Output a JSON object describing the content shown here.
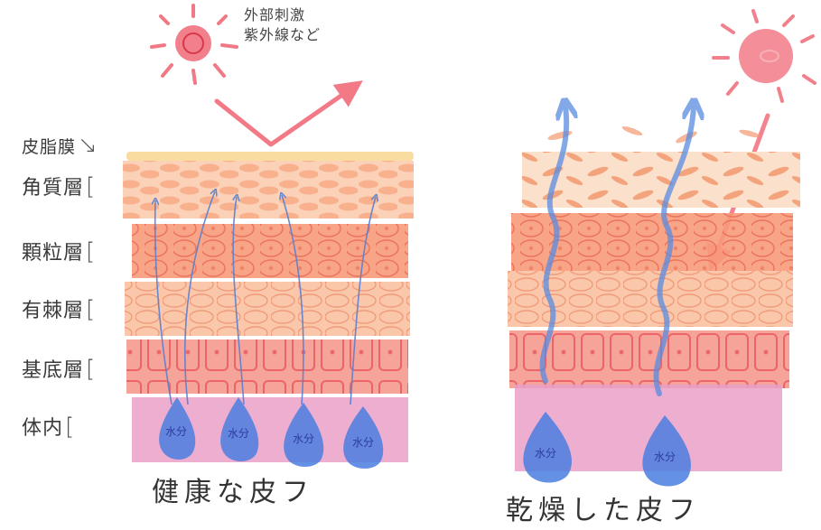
{
  "external_stimulus": {
    "line1": "外部刺激",
    "line2": "紫外線など"
  },
  "layers": {
    "sebum": "皮脂膜",
    "stratum_corneum": "角質層",
    "stratum_granulosum": "顆粒層",
    "stratum_spinosum": "有棘層",
    "stratum_basale": "基底層",
    "body_interior": "体内"
  },
  "water_drop_label": "水分",
  "captions": {
    "healthy": "健康な皮フ",
    "dry": "乾燥した皮フ"
  },
  "colors": {
    "sebum": "#f9dca0",
    "corneum": "#fbd2b8",
    "granulosum": "#f79a7a",
    "spinosum": "#fbc7aa",
    "basale": "#f59a8e",
    "interior": "#eaa0c8",
    "water": "#4a7ee0",
    "sun": "#f06a78",
    "arrow_red": "#f05a6a",
    "arrow_blue": "#5a8be0"
  },
  "icons": {
    "sun_left": "sun-icon",
    "sun_right": "sun-icon",
    "water_drop": "water-drop-icon"
  }
}
